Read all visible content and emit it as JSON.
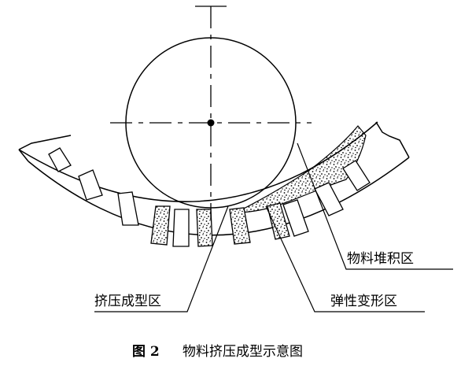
{
  "labels": {
    "material_accumulation_zone": "物料堆积区",
    "extrusion_forming_zone": "挤压成型区",
    "elastic_deformation_zone": "弹性变形区"
  },
  "caption": {
    "figure_number": "图 2",
    "title": "物料挤压成型示意图"
  },
  "colors": {
    "ink": "#000000",
    "background": "#ffffff"
  }
}
